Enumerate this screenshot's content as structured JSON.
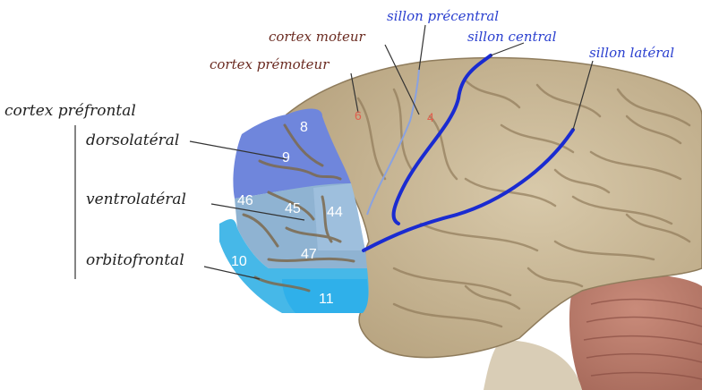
{
  "labels": {
    "prefrontal": "cortex préfrontal",
    "dorsolateral": "dorsolatéral",
    "ventrolateral": "ventrolatéral",
    "orbitofrontal": "orbitofrontal",
    "premotor": "cortex prémoteur",
    "motor": "cortex moteur",
    "precentral_sulcus": "sillon précentral",
    "central_sulcus": "sillon central",
    "lateral_sulcus": "sillon latéral"
  },
  "areas": {
    "a8": "8",
    "a9": "9",
    "a46": "46",
    "a45": "45",
    "a44": "44",
    "a47": "47",
    "a10": "10",
    "a11": "11",
    "a6": "6",
    "a4": "4"
  },
  "colors": {
    "brain": "#c9b898",
    "dorsolateral_region": "#6f86dc",
    "ventrolateral_region": "#8fb3d2",
    "orbitofrontal_region": "#46b8e8",
    "sulcus_line": "#1a2bd1",
    "label_dark": "#222222",
    "label_brown": "#6b2b21",
    "label_blue": "#2a3fcf",
    "area_red": "#e0604e"
  }
}
